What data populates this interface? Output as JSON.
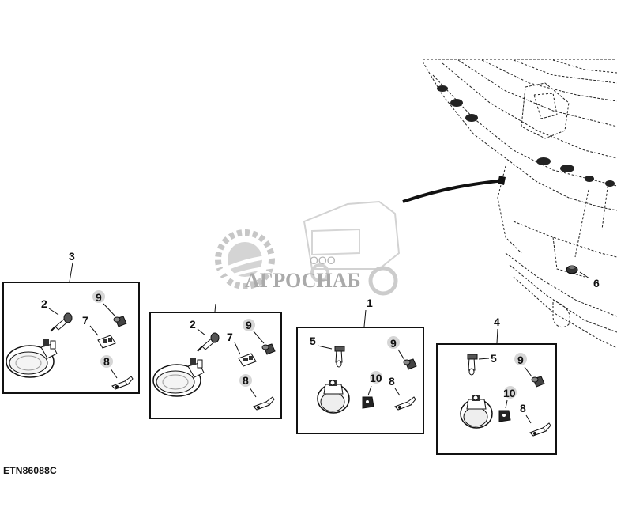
{
  "figure_id": "ETN86088C",
  "watermark": {
    "company_form": "ООО",
    "company_name": "АГРОСНАБ"
  },
  "callouts": {
    "group_3": "3",
    "group_1": "1",
    "group_4": "4",
    "part_6": "6",
    "part_2": "2",
    "part_5": "5",
    "part_7": "7",
    "part_8": "8",
    "part_9": "9",
    "part_10": "10"
  }
}
